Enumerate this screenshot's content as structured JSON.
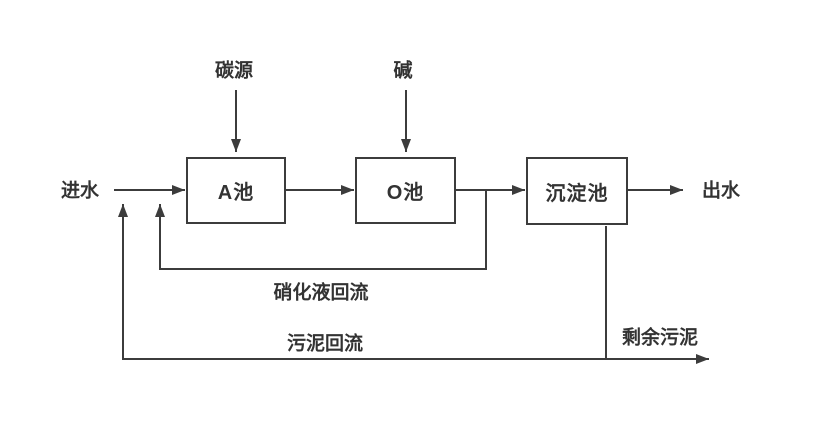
{
  "diagram": {
    "nodes": [
      {
        "id": "tank-a",
        "label": "A池"
      },
      {
        "id": "tank-o",
        "label": "O池"
      },
      {
        "id": "sedimentation-tank",
        "label": "沉淀池"
      }
    ],
    "dosing_inputs": [
      {
        "label": "碳源",
        "target": "A池"
      },
      {
        "label": "碱",
        "target": "O池"
      }
    ],
    "flows": {
      "inlet": "进水",
      "outlet": "出水",
      "nitrification_recycle": "硝化液回流",
      "sludge_recycle": "污泥回流",
      "excess_sludge": "剩余污泥"
    },
    "colors": {
      "line": "#3c3c3c",
      "text": "#333333",
      "background": "#ffffff"
    }
  }
}
